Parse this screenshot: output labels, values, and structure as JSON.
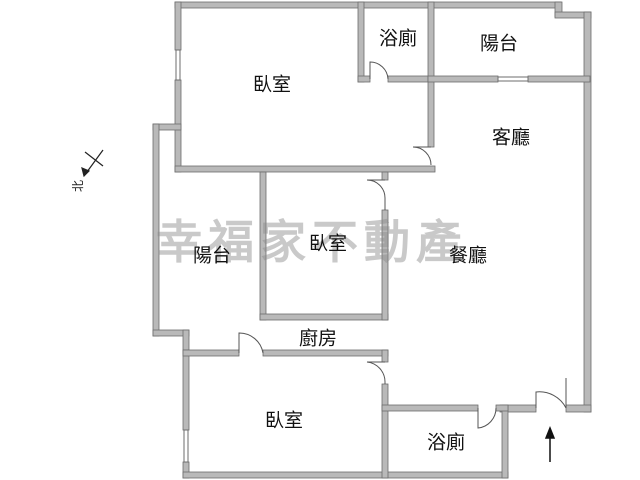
{
  "watermark": "幸福家不動產",
  "compass_label": "北",
  "colors": {
    "wall_fill": "#b9b9b9",
    "wall_stroke": "#6d6d6d",
    "floor": "#ffffff",
    "text": "#111111"
  },
  "rooms": {
    "bedroom_top": "臥室",
    "bath_top": "浴廁",
    "balcony_top": "陽台",
    "living_room": "客廳",
    "balcony_left": "陽台",
    "bedroom_middle": "臥室",
    "dining_room": "餐廳",
    "kitchen": "廚房",
    "bedroom_bottom": "臥室",
    "bath_bottom": "浴廁"
  },
  "icons": {
    "north_arrow": "compass-arrow-icon",
    "entrance_arrow": "entrance-arrow-icon"
  }
}
